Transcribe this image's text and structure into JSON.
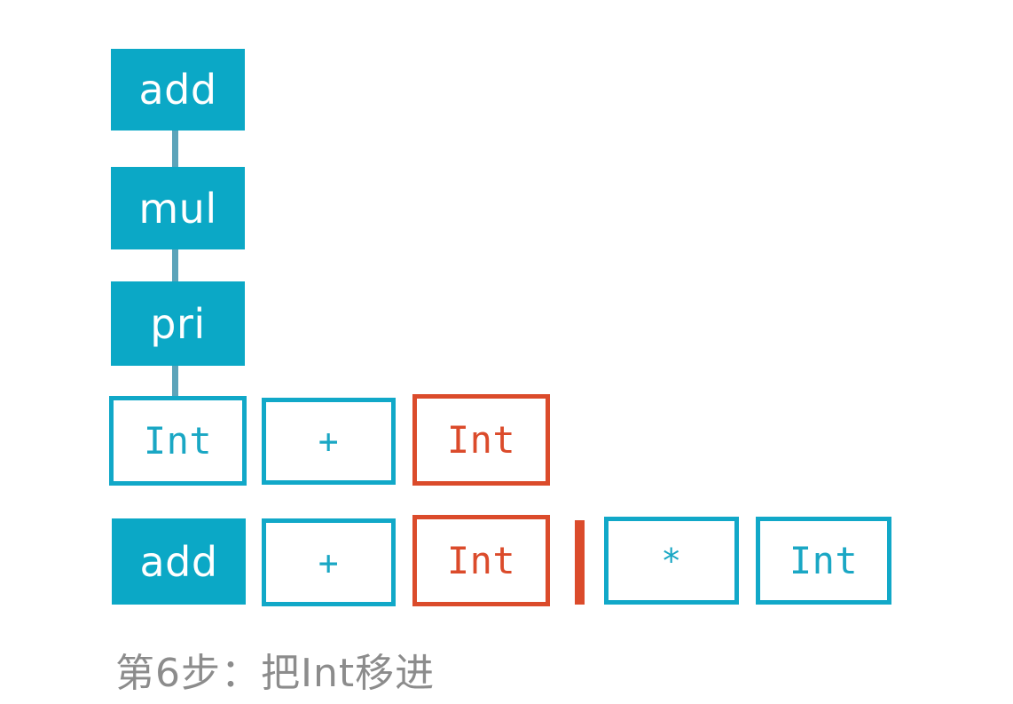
{
  "diagram": {
    "title_caption": "第6步：把Int移进",
    "colors": {
      "teal_fill": "#0BA8C6",
      "teal_stroke": "#11A8C8",
      "red_stroke": "#DB4B2B",
      "connector": "#4E9CB4",
      "caption_text": "#8C8C8C",
      "background": "#FFFFFF"
    },
    "stack": {
      "label": "parser-stack",
      "nodes": [
        {
          "text": "add",
          "style": "filled-teal"
        },
        {
          "text": "mul",
          "style": "filled-teal"
        },
        {
          "text": "pri",
          "style": "filled-teal"
        }
      ]
    },
    "rows": [
      {
        "label": "row-rule",
        "cells": [
          {
            "text": "Int",
            "style": "outline-teal"
          },
          {
            "text": "+",
            "style": "outline-teal"
          },
          {
            "text": "Int",
            "style": "outline-red"
          }
        ]
      },
      {
        "label": "row-input",
        "cells": [
          {
            "text": "add",
            "style": "filled-teal"
          },
          {
            "text": "+",
            "style": "outline-teal"
          },
          {
            "text": "Int",
            "style": "outline-red"
          },
          {
            "text": "|",
            "style": "cursor-bar"
          },
          {
            "text": "*",
            "style": "outline-teal"
          },
          {
            "text": "Int",
            "style": "outline-teal"
          }
        ]
      }
    ]
  }
}
